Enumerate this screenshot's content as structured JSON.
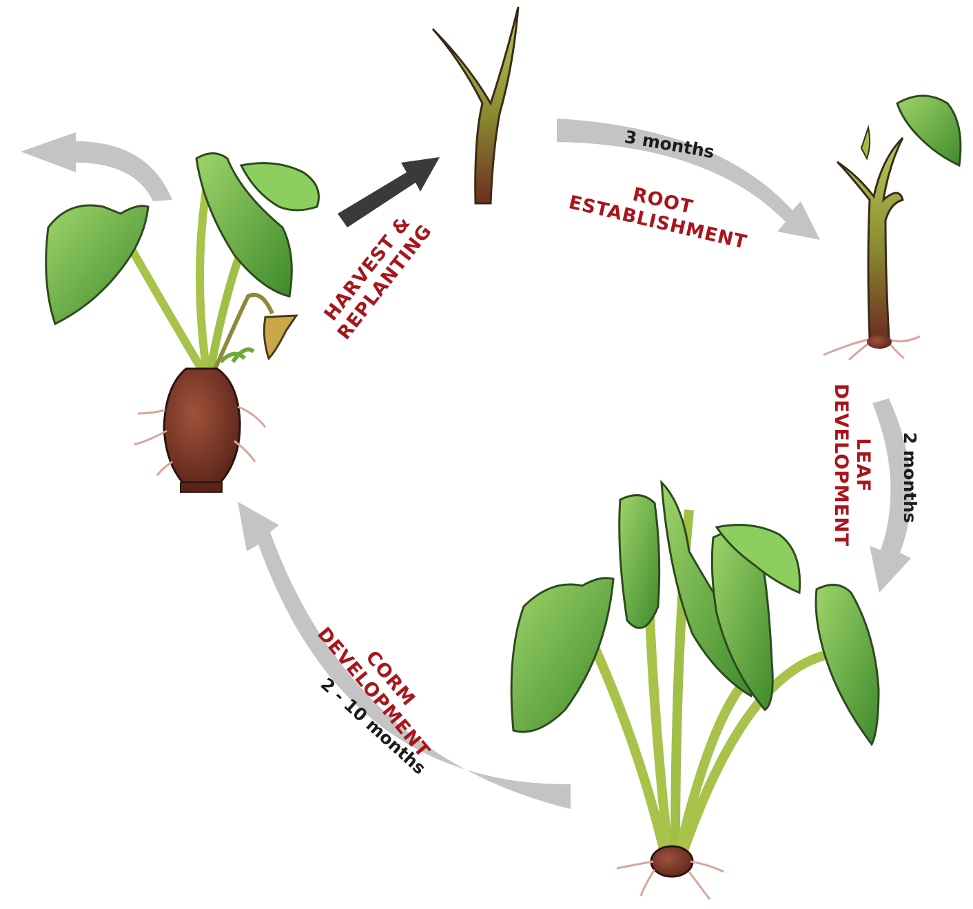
{
  "diagram": {
    "stages": [
      {
        "id": "mature-corm-plant",
        "label": ""
      },
      {
        "id": "sucker-shoot",
        "label": ""
      },
      {
        "id": "young-plant",
        "label": ""
      },
      {
        "id": "full-plant",
        "label": ""
      }
    ],
    "transitions": [
      {
        "id": "harvest",
        "lines": [
          "HARVEST &",
          "REPLANTING"
        ],
        "duration": ""
      },
      {
        "id": "root",
        "lines": [
          "ROOT",
          "ESTABLISHMENT"
        ],
        "duration": "3 months"
      },
      {
        "id": "leaf",
        "lines": [
          "LEAF",
          "DEVELOPMENT"
        ],
        "duration": "2 months"
      },
      {
        "id": "corm",
        "lines": [
          "CORM",
          "DEVELOPMENT"
        ],
        "duration": "2 - 10 months"
      }
    ],
    "colors": {
      "arrow_gray": "#c4c4c4",
      "arrow_dark": "#3a3a3a",
      "label_red": "#a8151b",
      "leaf_green": "#5aa83a",
      "corm_brown": "#7a3a2a"
    }
  }
}
